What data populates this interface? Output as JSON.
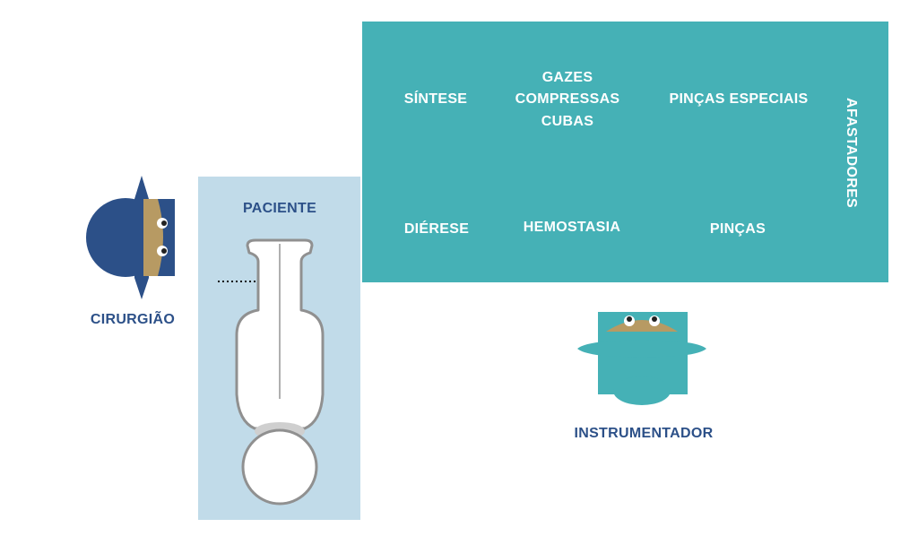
{
  "colors": {
    "instrument_table": "#45b1b6",
    "patient_bed": "#c1dbe9",
    "surgeon": "#2c5088",
    "label_text": "#2c5088",
    "skin": "#b79a63"
  },
  "labels": {
    "surgeon": "CIRURGIÃO",
    "patient": "PACIENTE",
    "scrub_nurse": "INSTRUMENTADOR"
  },
  "instrument_table": {
    "top_row": {
      "sintese": "SÍNTESE",
      "gazes_line1": "GAZES",
      "gazes_line2": "COMPRESSAS",
      "gazes_line3": "CUBAS",
      "pincas_especiais": "PINÇAS ESPECIAIS"
    },
    "bottom_row": {
      "dierese": "DIÉRESE",
      "hemostasia": "HEMOSTASIA",
      "pincas": "PINÇAS"
    },
    "side": {
      "afastadores": "AFASTADORES"
    }
  }
}
